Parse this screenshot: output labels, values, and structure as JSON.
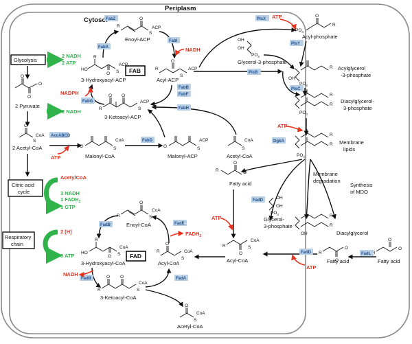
{
  "compartments": {
    "periplasm": "Periplasm",
    "cytosol": "Cytosol"
  },
  "boxes": {
    "glycolysis": "Glycolysis",
    "fab": "FAB",
    "fad": "FAD",
    "citric_line1": "Citric acid",
    "citric_line2": "cycle",
    "resp_line1": "Respiratory",
    "resp_line2": "chain"
  },
  "green_outputs": {
    "glycolysis_nadh": "2 NADH",
    "glycolysis_atp": "2 ATP",
    "pyruvate_nadh": "2 NADH",
    "tca_nadh": "3 NADH",
    "tca_fadh_prefix": "1 FADH",
    "tca_fadh_sub": "2",
    "tca_gtp": "1 GTP",
    "resp_atp": "3 ATP"
  },
  "red_labels": {
    "nadh_fabi": "NADH",
    "nadph_fabg": "NADPH",
    "atp_accabcd": "ATP",
    "atp_plsx": "ATP",
    "atp_dgka": "ATP",
    "atp_fadd_left": "ATP",
    "atp_fadd_right": "ATP",
    "acetylcoa_in": "AcetylCoA",
    "resp_in": "2 [H]",
    "fadh2_prefix": "FADH",
    "fadh2_sub": "2",
    "nadh_fadb": "NADH"
  },
  "enzymes": {
    "fabz": "FabZ",
    "faba": "FabA",
    "fabi": "FabI",
    "fabg": "FabG",
    "fabb": "FabB",
    "fabf": "FabF",
    "fabh": "FabH",
    "accabcd": "AccABCD",
    "fabd": "FabD",
    "plsx": "PlsX",
    "plsy": "PlsY",
    "plsb": "PlsB",
    "plsc": "PlsC",
    "dgka": "DgkA",
    "fadd_mid": "FadD",
    "fadd_low": "FadD",
    "fadl": "FadL",
    "fadb_top": "FadB",
    "fade": "FadE",
    "fadb_low": "FadB",
    "fada": "FadA"
  },
  "metabolites": {
    "pyruvate": "2 Pyruvate",
    "acetyl_coa_left": "2 Acetyl-CoA",
    "malonyl_coa": "Malonyl-CoA",
    "malonyl_acp": "Malonyl-ACP",
    "acetyl_coa_fab": "Acetyl-CoA",
    "enoyl_acp": "Enoyl-ACP",
    "hydroxyacyl_acp": "3-Hydroxyacyl-ACP",
    "acyl_acp": "Acyl-ACP",
    "ketoacyl_acp": "3-Ketoacyl-ACP",
    "acyl_phosphate": "Acyl-phosphate",
    "glycerol3p": "Glycerol-3-phosphate",
    "acylglycerol3p_1": "Acylglycerol",
    "acylglycerol3p_2": "-3-phosphate",
    "diacylglycerol3p_1": "Diacylglycerol-",
    "diacylglycerol3p_2": "3-phosphate",
    "membrane_lipids_1": "Membrane",
    "membrane_lipids_2": "lipids",
    "membrane_degradation_1": "Membrane",
    "membrane_degradation_2": "degradation",
    "synthesis_mdo_1": "Synthesis",
    "synthesis_mdo_2": "of MDO",
    "fatty_acid_mid": "Fatty acid",
    "glycerol3p_low_1": "Glycerol-",
    "glycerol3p_low_2": "3-phosphate",
    "diacylglycerol": "Diacylglycerol",
    "acyl_coa_right": "Acyl-CoA",
    "fatty_acid_low": "Fatty acid",
    "fatty_acid_out": "Fatty acid",
    "enoyl_coa": "Enoyl-CoA",
    "hydroxyacyl_coa": "3-Hydroxyacyl-CoA",
    "acyl_coa_fad": "Acyl-CoA",
    "ketoacyl_coa": "3-Ketoacyl-CoA",
    "acetyl_coa_fad": "Acetyl-CoA"
  },
  "atom_labels": {
    "acp": "ACP",
    "coa": "CoA",
    "s": "S",
    "o": "O",
    "r": "R",
    "ho": "HO",
    "oh": "OH",
    "o_minus": "O",
    "po4_prefix": "PO",
    "po4_sub": "4",
    "minus": "-"
  },
  "colors": {
    "green": "#2fb34a",
    "red": "#e4321f",
    "enzyme_bg": "#b9cfe6",
    "enzyme_text": "#1f4e8c"
  }
}
